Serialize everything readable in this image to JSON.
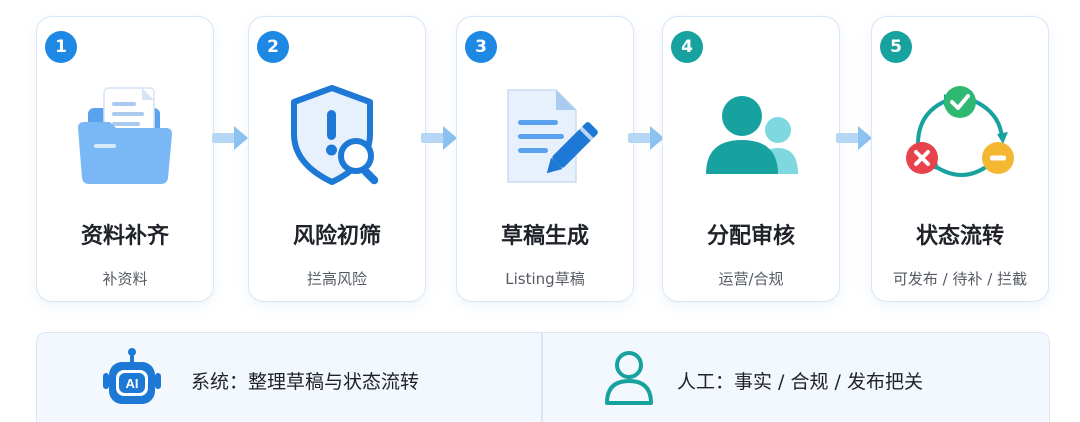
{
  "steps": [
    {
      "number": "1",
      "title": "资料补齐",
      "subtitle": "补资料",
      "badge_color": "#1e88e5",
      "icon": "folder-document-icon"
    },
    {
      "number": "2",
      "title": "风险初筛",
      "subtitle": "拦高风险",
      "badge_color": "#1e88e5",
      "icon": "shield-search-icon"
    },
    {
      "number": "3",
      "title": "草稿生成",
      "subtitle": "Listing草稿",
      "badge_color": "#1e88e5",
      "icon": "document-edit-icon"
    },
    {
      "number": "4",
      "title": "分配审核",
      "subtitle": "运营/合规",
      "badge_color": "#17a2a0",
      "icon": "users-icon"
    },
    {
      "number": "5",
      "title": "状态流转",
      "subtitle": "可发布 / 待补 / 拦截",
      "badge_color": "#17a2a0",
      "icon": "status-cycle-icon"
    }
  ],
  "bottom": {
    "system_text": "系统：整理草稿与状态流转",
    "system_icon": "ai-robot-icon",
    "human_text": "人工：事实 / 合规 / 发布把关",
    "human_icon": "person-icon"
  },
  "colors": {
    "blue": "#1e88e5",
    "teal": "#17a2a0",
    "green": "#2eb872",
    "red": "#e8434d",
    "yellow": "#f5b731",
    "arrow": "#9cc9f2"
  }
}
